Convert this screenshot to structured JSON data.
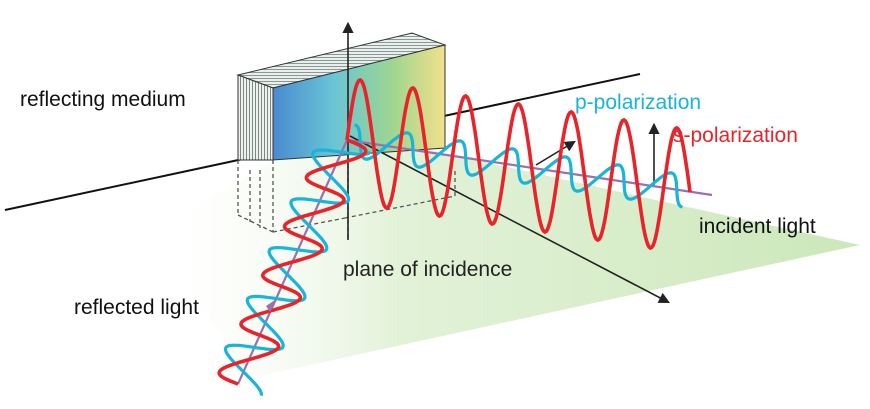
{
  "labels": {
    "reflecting_medium": "reflecting medium",
    "p_polarization": "p-polarization",
    "s_polarization": "s-polarization",
    "incident_light": "incident light",
    "plane_of_incidence": "plane of incidence",
    "reflected_light": "reflected light"
  },
  "colors": {
    "s_wave": "#e8242a",
    "p_wave": "#19b4d9",
    "beam_axis": "#9b6fb0",
    "plane": "#cfe8bf",
    "arrows": "#222222"
  }
}
